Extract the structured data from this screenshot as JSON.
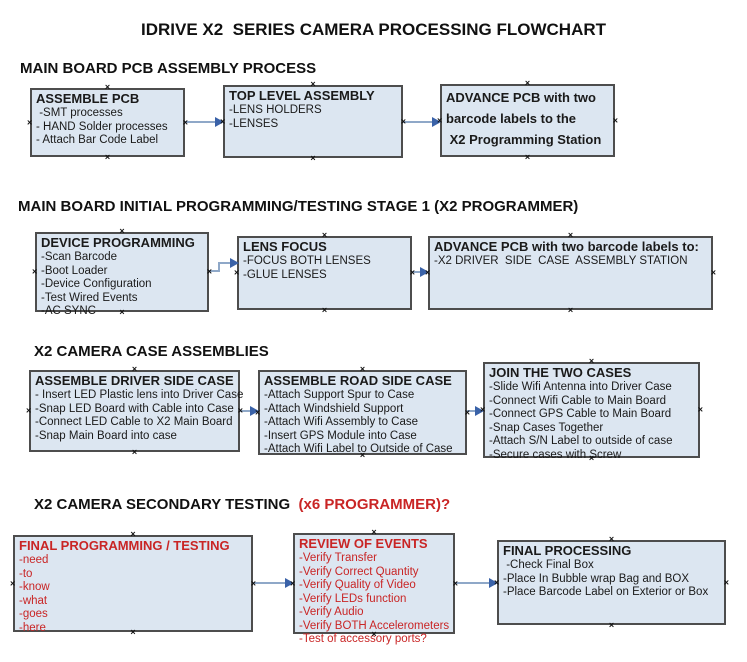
{
  "title": "IDRIVE X2  SERIES CAMERA PROCESSING FLOWCHART",
  "handle_glyph": "×",
  "colors": {
    "background": "#ffffff",
    "box_fill": "#dce6f1",
    "box_border": "#4d4d4d",
    "text": "#1a1a1a",
    "red_text": "#c92525",
    "arrow_line": "#8fa8c8",
    "arrow_head": "#3a62a8"
  },
  "sections": [
    {
      "heading": "MAIN BOARD PCB ASSEMBLY PROCESS",
      "boxes": [
        {
          "title": "ASSEMBLE PCB",
          "items": [
            " -SMT processes",
            "- HAND Solder processes",
            "- Attach Bar Code Label"
          ]
        },
        {
          "title": "TOP LEVEL ASSEMBLY",
          "items": [
            "-LENS HOLDERS",
            "-LENSES"
          ]
        },
        {
          "title_lines": [
            "ADVANCE PCB with two",
            "barcode labels to the",
            " X2 Programming Station"
          ]
        }
      ]
    },
    {
      "heading": "MAIN BOARD INITIAL PROGRAMMING/TESTING STAGE 1 (X2 PROGRAMMER)",
      "boxes": [
        {
          "title": "DEVICE PROGRAMMING",
          "items": [
            "-Scan Barcode",
            "-Boot Loader",
            "-Device Configuration",
            "-Test Wired Events",
            "-AC SYNC"
          ]
        },
        {
          "title": "LENS FOCUS",
          "items": [
            "-FOCUS BOTH LENSES",
            "-GLUE LENSES"
          ]
        },
        {
          "title": "ADVANCE PCB with two barcode labels to:",
          "items": [
            "-X2 DRIVER  SIDE  CASE  ASSEMBLY STATION"
          ]
        }
      ]
    },
    {
      "heading": "X2 CAMERA CASE ASSEMBLIES",
      "boxes": [
        {
          "title": "ASSEMBLE DRIVER SIDE CASE",
          "items": [
            "- Insert LED Plastic lens into Driver Case",
            "-Snap LED Board with Cable into Case",
            "-Connect LED Cable to X2 Main Board",
            "-Snap Main Board into case"
          ]
        },
        {
          "title": "ASSEMBLE ROAD SIDE CASE",
          "items": [
            "-Attach Support Spur to Case",
            "-Attach Windshield Support",
            "-Attach Wifi Assembly to Case",
            "-Insert GPS Module into Case",
            "-Attach Wifi Label to Outside of Case"
          ]
        },
        {
          "title": "JOIN THE TWO CASES",
          "items": [
            "-Slide Wifi Antenna into Driver Case",
            "-Connect Wifi Cable to Main Board",
            "-Connect GPS Cable to Main Board",
            "-Snap Cases Together",
            "-Attach S/N Label to outside of case",
            "-Secure cases with Screw"
          ]
        }
      ]
    },
    {
      "heading": "X2 CAMERA SECONDARY TESTING ",
      "heading_red": " (x6 PROGRAMMER)?",
      "boxes": [
        {
          "title": "FINAL PROGRAMMING / TESTING",
          "items": [
            "-need",
            "-to",
            "-know",
            "-what",
            "-goes",
            "-here"
          ]
        },
        {
          "title": "REVIEW OF EVENTS",
          "items": [
            "-Verify Transfer",
            "-Verify Correct Quantity",
            "-Verify Quality of Video",
            "-Verify LEDs function",
            "-Verify Audio",
            "-Verify BOTH Accelerometers",
            "-Test of accessory ports?"
          ]
        },
        {
          "title": "FINAL PROCESSING",
          "items": [
            " -Check Final Box",
            "-Place In Bubble wrap Bag and BOX",
            "-Place Barcode Label on Exterior or Box"
          ]
        }
      ]
    }
  ]
}
